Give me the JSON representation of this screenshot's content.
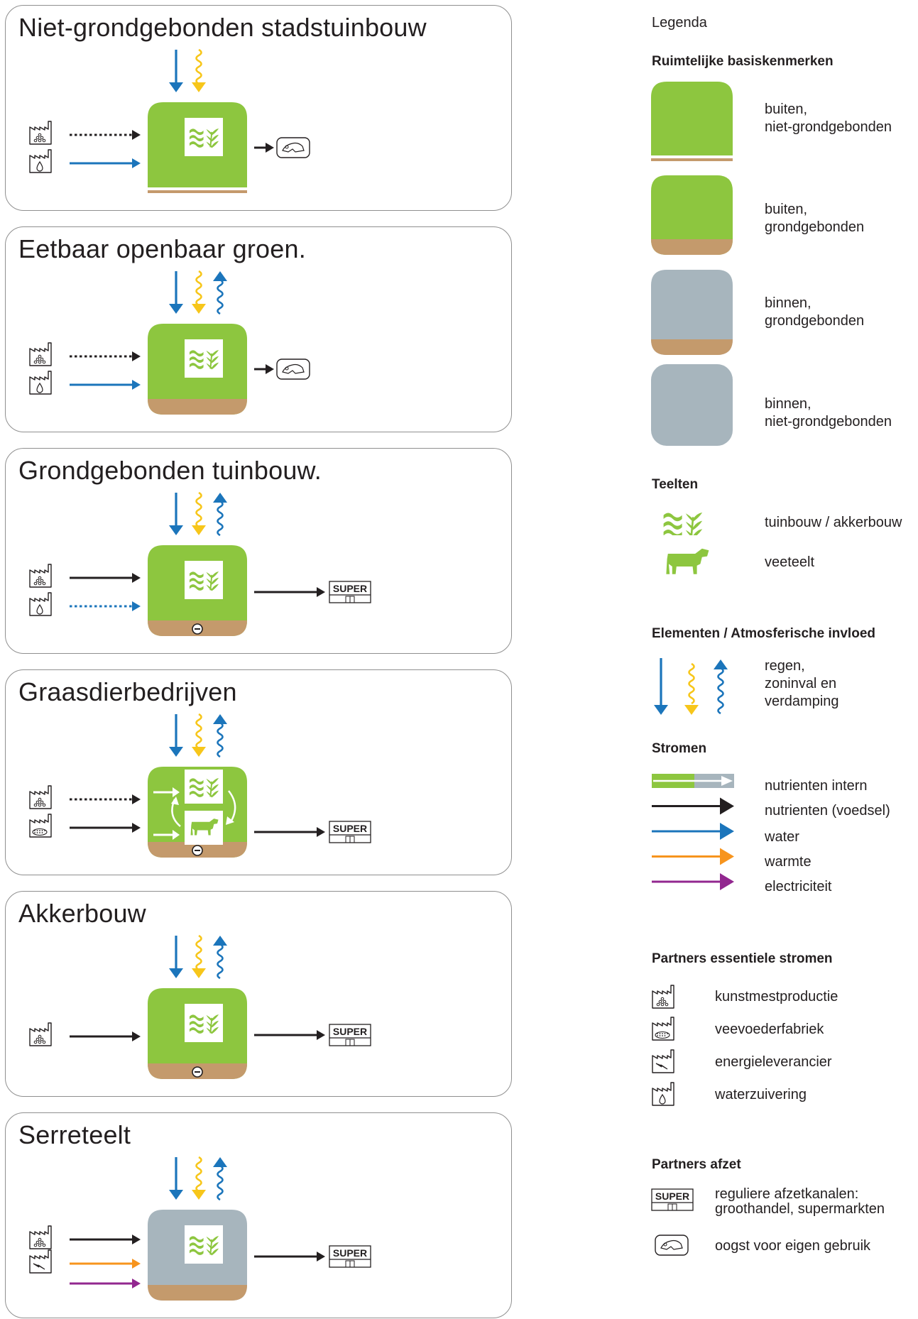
{
  "panels": [
    {
      "title": "Niet-grondgebonden stadstuinbouw",
      "box": "green",
      "ground": "thin",
      "evaporation": false,
      "soil_minus": false,
      "livestock": false,
      "outlet": "harvest",
      "inputs": [
        {
          "partner": "fertilizer-factory",
          "flow": "nutrients",
          "style": "dotted"
        },
        {
          "partner": "water-treatment",
          "flow": "water",
          "style": "solid"
        }
      ]
    },
    {
      "title": "Eetbaar openbaar groen.",
      "box": "green",
      "ground": "thick",
      "evaporation": true,
      "soil_minus": false,
      "livestock": false,
      "outlet": "harvest",
      "inputs": [
        {
          "partner": "fertilizer-factory",
          "flow": "nutrients",
          "style": "dotted"
        },
        {
          "partner": "water-treatment",
          "flow": "water",
          "style": "solid"
        }
      ]
    },
    {
      "title": "Grondgebonden tuinbouw.",
      "box": "green",
      "ground": "thick",
      "evaporation": true,
      "soil_minus": true,
      "livestock": false,
      "outlet": "supermarket",
      "inputs": [
        {
          "partner": "fertilizer-factory",
          "flow": "nutrients",
          "style": "solid"
        },
        {
          "partner": "water-treatment",
          "flow": "water",
          "style": "dotted"
        }
      ]
    },
    {
      "title": "Graasdierbedrijven",
      "box": "green",
      "ground": "thick",
      "evaporation": true,
      "soil_minus": true,
      "livestock": true,
      "outlet": "supermarket",
      "inputs": [
        {
          "partner": "fertilizer-factory",
          "flow": "nutrients",
          "style": "dotted"
        },
        {
          "partner": "feed-factory",
          "flow": "nutrients",
          "style": "solid"
        }
      ]
    },
    {
      "title": "Akkerbouw",
      "box": "green",
      "ground": "thick",
      "evaporation": true,
      "soil_minus": true,
      "livestock": false,
      "outlet": "supermarket",
      "inputs": [
        {
          "partner": "fertilizer-factory",
          "flow": "nutrients",
          "style": "solid"
        }
      ]
    },
    {
      "title": "Serreteelt",
      "box": "grey",
      "ground": "thick",
      "evaporation": true,
      "soil_minus": false,
      "livestock": false,
      "outlet": "supermarket",
      "inputs": [
        {
          "partner": "fertilizer-factory",
          "flow": "nutrients",
          "style": "solid"
        },
        {
          "partner": "energy-supplier",
          "flow": "heat",
          "style": "solid"
        },
        {
          "partner": "energy-supplier",
          "flow": "electricity",
          "style": "solid"
        }
      ]
    }
  ],
  "supermarket_label": "SUPER",
  "legend": {
    "title": "Legenda",
    "spatial": {
      "heading": "Ruimtelijke basiskenmerken",
      "items": [
        {
          "line1": "buiten,",
          "line2": "niet-grondgebonden",
          "box": "green",
          "ground": "thin"
        },
        {
          "line1": "buiten,",
          "line2": "grondgebonden",
          "box": "green",
          "ground": "thick"
        },
        {
          "line1": "binnen,",
          "line2": "grondgebonden",
          "box": "grey",
          "ground": "thick"
        },
        {
          "line1": "binnen,",
          "line2": "niet-grondgebonden",
          "box": "grey",
          "ground": "none"
        }
      ]
    },
    "crops": {
      "heading": "Teelten",
      "items": [
        {
          "label": "tuinbouw / akkerbouw",
          "icon": "crops-icon"
        },
        {
          "label": "veeteelt",
          "icon": "cow-icon"
        }
      ]
    },
    "elements": {
      "heading": "Elementen / Atmosferische invloed",
      "lines": [
        "regen,",
        "zoninval en",
        "verdamping"
      ]
    },
    "flows": {
      "heading": "Stromen",
      "items": [
        {
          "label": "nutrienten intern",
          "color": "#8dc63f"
        },
        {
          "label": "nutrienten (voedsel)",
          "color": "#231f20"
        },
        {
          "label": "water",
          "color": "#1b75bb"
        },
        {
          "label": "warmte",
          "color": "#f7941d"
        },
        {
          "label": "electriciteit",
          "color": "#92278f"
        }
      ]
    },
    "partners": {
      "heading": "Partners essentiele stromen",
      "items": [
        {
          "label": "kunstmestproductie",
          "icon": "fertilizer-factory-icon"
        },
        {
          "label": "veevoederfabriek",
          "icon": "feed-factory-icon"
        },
        {
          "label": "energieleverancier",
          "icon": "energy-supplier-icon"
        },
        {
          "label": "waterzuivering",
          "icon": "water-treatment-icon"
        }
      ]
    },
    "outlets": {
      "heading": "Partners afzet",
      "items": [
        {
          "line1": "reguliere afzetkanalen:",
          "line2": "groothandel, supermarkten",
          "icon": "supermarket-icon"
        },
        {
          "line1": "oogst voor eigen gebruik",
          "line2": "",
          "icon": "harvest-hand-icon"
        }
      ]
    }
  },
  "colors": {
    "green": "#8dc63f",
    "grey": "#a7b5bd",
    "soil": "#c49a6c",
    "water": "#1b75bb",
    "sun": "#f7c61a",
    "heat": "#f7941d",
    "electricity": "#92278f",
    "nutrients": "#231f20"
  }
}
